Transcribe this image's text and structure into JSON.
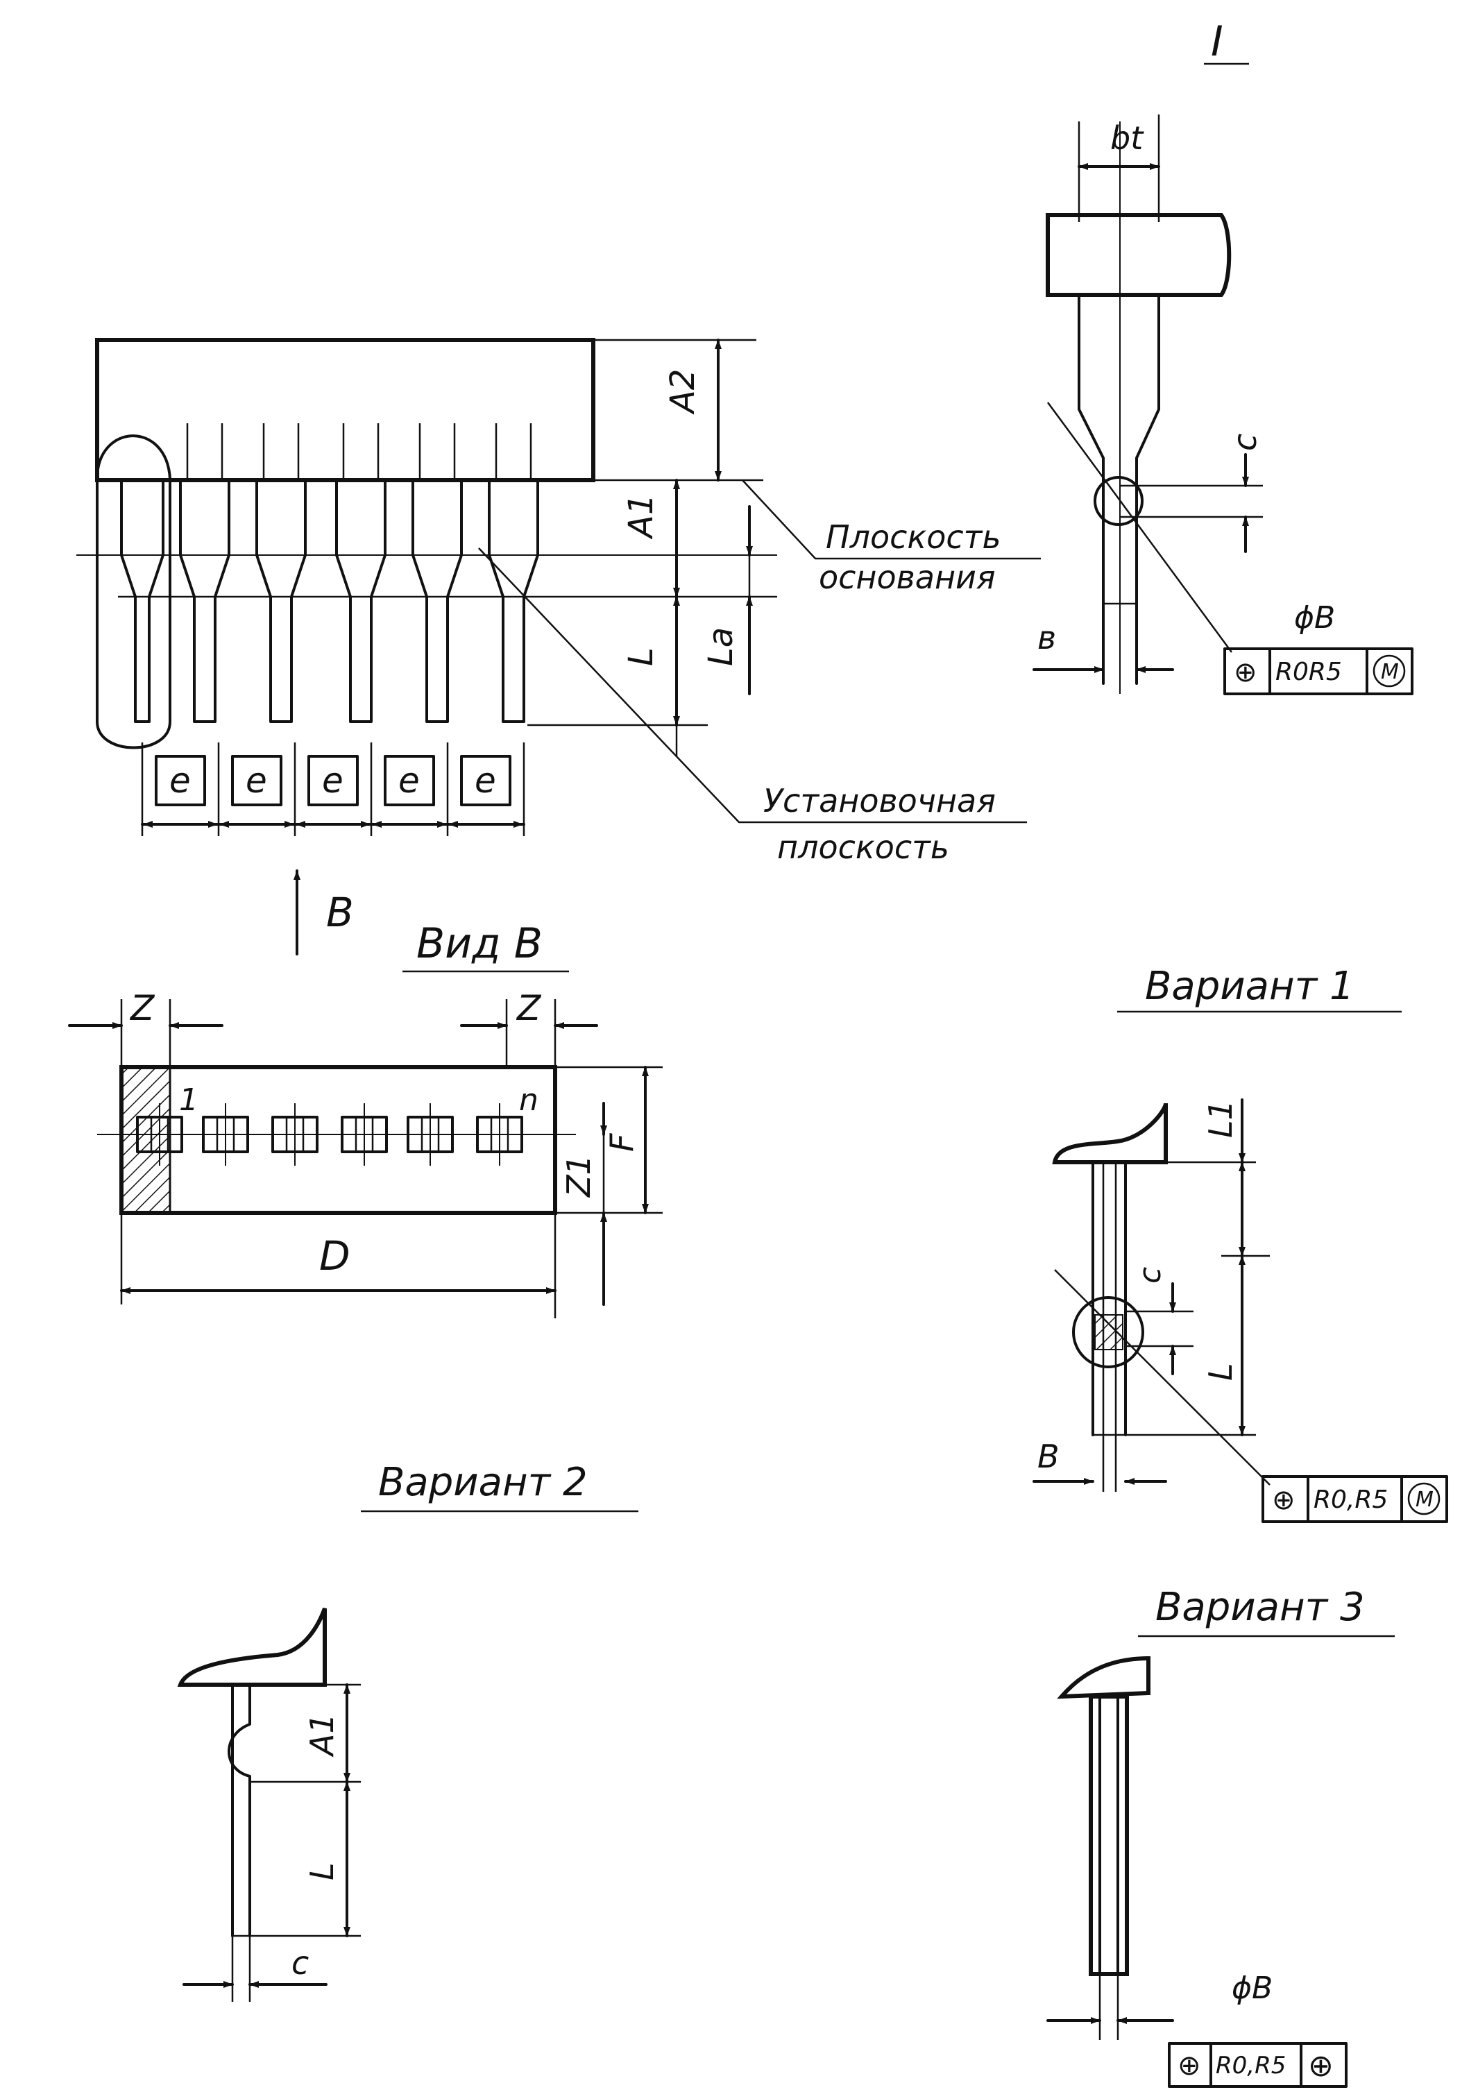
{
  "labels": {
    "detail_mark": "I",
    "base_plane_1": "Плоскость",
    "base_plane_2": "основания",
    "mount_plane_1": "Установочная",
    "mount_plane_2": "плоскость",
    "view_arrow": "B",
    "view_title": "Вид B",
    "variant1": "Вариант 1",
    "variant2": "Вариант 2",
    "variant3": "Вариант 3",
    "pin_first": "1",
    "pin_last": "n"
  },
  "dims": {
    "A1": "A1",
    "A2": "A2",
    "L": "L",
    "La": "La",
    "e": "e",
    "Z": "Z",
    "Z1": "Z1",
    "F": "F",
    "D": "D",
    "c": "c",
    "bt": "bt",
    "b": "в",
    "B": "B",
    "L1": "L1"
  },
  "tolerance_frames": {
    "detail": {
      "diameter": "ϕB",
      "cells": [
        "⊕",
        "R0R5",
        "M"
      ]
    },
    "variant1": {
      "cells": [
        "⊕",
        "R0,R5",
        "M"
      ]
    },
    "variant3": {
      "diameter": "ϕB",
      "cells": [
        "⊕",
        "R0,R5",
        "⊕"
      ]
    }
  }
}
